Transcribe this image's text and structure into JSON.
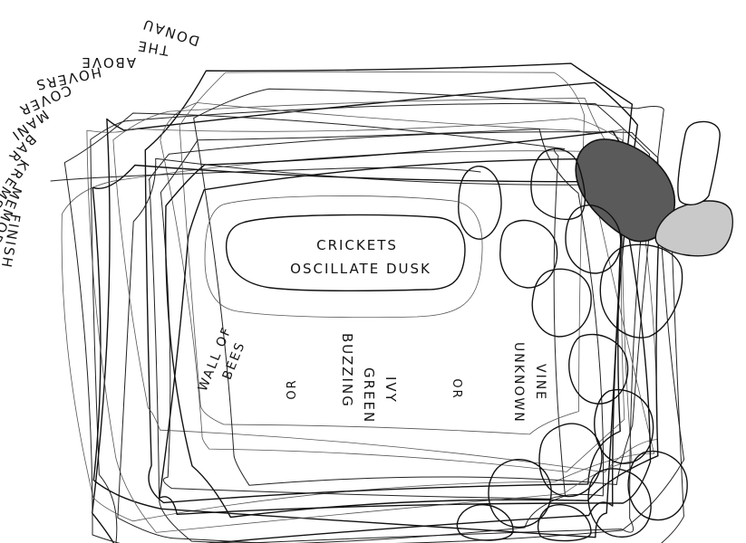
{
  "arc_words": [
    "DONAU",
    "THE",
    "ABOVE",
    "HOVERS",
    "COVER",
    "MANI",
    "BAR",
    "KREMS",
    "MEMORIAL",
    "FINISH"
  ],
  "box_top": {
    "line1": "CRICKETS",
    "line2": "OSCILLATE DUSK"
  },
  "left_phrase": {
    "line1": "BEES",
    "line2": "WALL OF"
  },
  "or_left": "OR",
  "middle_phrase": {
    "line1": "BUZZING",
    "line2": "GREEN",
    "line3": "IVY"
  },
  "or_right": "OR",
  "right_phrase": {
    "line1": "UNKNOWN",
    "line2": "VINE"
  },
  "colors": {
    "ink": "#111111",
    "dark_shape": "#5a5a5a",
    "light_shape": "#c9c9c9",
    "paper": "#ffffff"
  }
}
